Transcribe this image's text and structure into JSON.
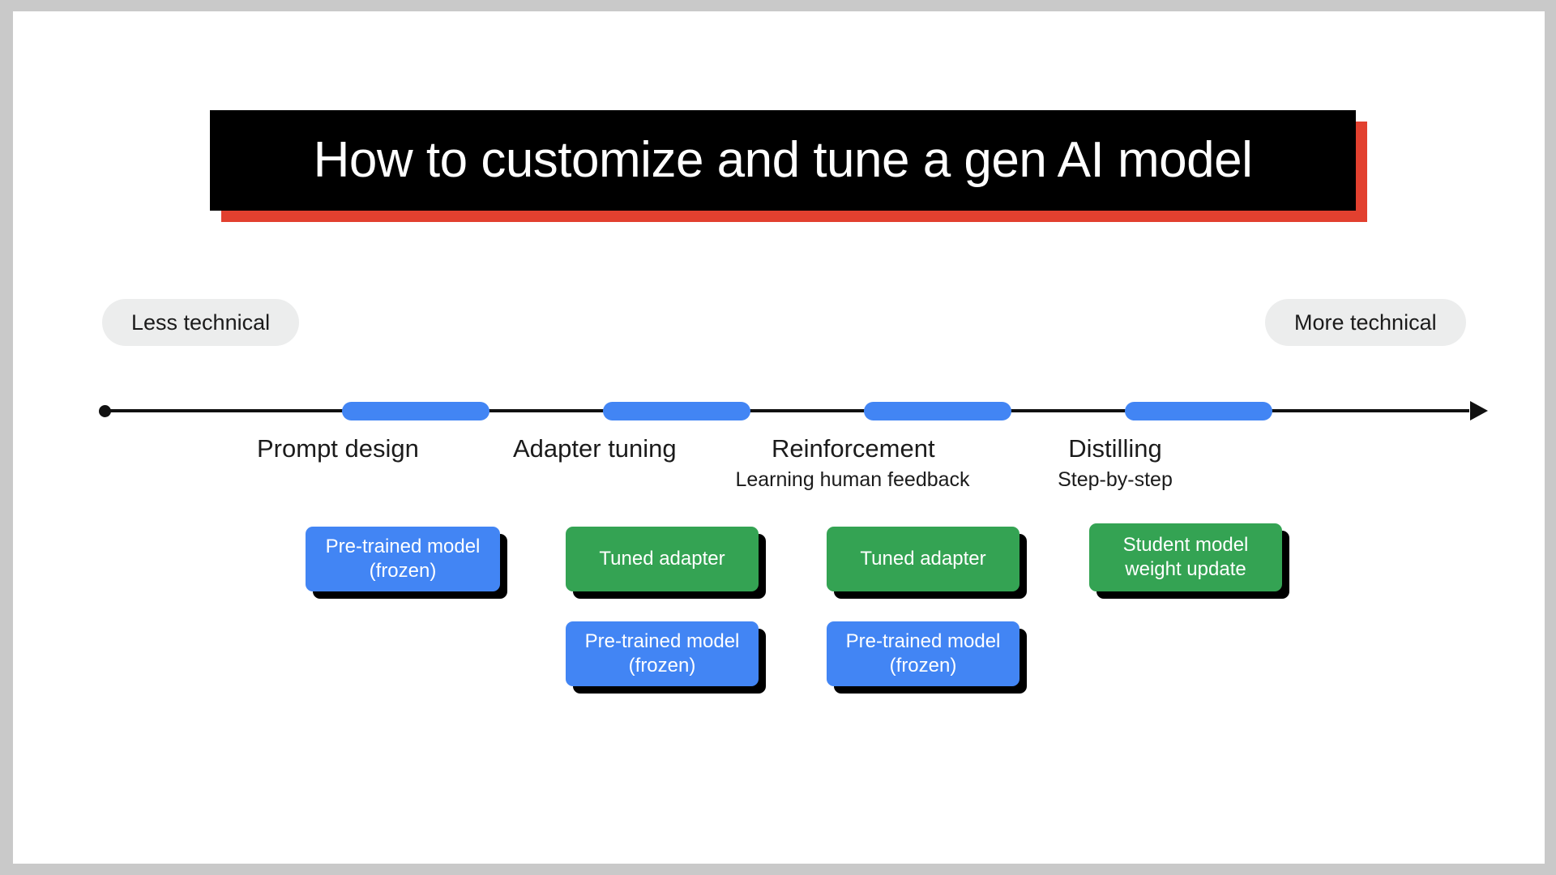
{
  "slide": {
    "title": "How to customize and tune a gen AI model",
    "title_bg_color": "#000000",
    "title_shadow_color": "#e2402f",
    "background_color": "#ffffff",
    "frame_color": "#c9c9c9"
  },
  "scale": {
    "left_label": "Less technical",
    "right_label": "More technical",
    "pill_bg_color": "#eceded",
    "axis_color": "#111111",
    "marker_color": "#4285f4"
  },
  "stages": [
    {
      "title": "Prompt design",
      "subtitle": "",
      "cards": [
        {
          "text": "Pre-trained model (frozen)",
          "color": "#4285f4",
          "kind": "blue"
        }
      ]
    },
    {
      "title": "Adapter tuning",
      "subtitle": "",
      "cards": [
        {
          "text": "Tuned adapter",
          "color": "#34a353",
          "kind": "green"
        },
        {
          "text": "Pre-trained model (frozen)",
          "color": "#4285f4",
          "kind": "blue"
        }
      ]
    },
    {
      "title": "Reinforcement",
      "subtitle": "Learning human feedback",
      "cards": [
        {
          "text": "Tuned adapter",
          "color": "#34a353",
          "kind": "green"
        },
        {
          "text": "Pre-trained model (frozen)",
          "color": "#4285f4",
          "kind": "blue"
        }
      ]
    },
    {
      "title": "Distilling",
      "subtitle": "Step-by-step",
      "cards": [
        {
          "text": "Student model weight update",
          "color": "#34a353",
          "kind": "green"
        }
      ]
    }
  ]
}
